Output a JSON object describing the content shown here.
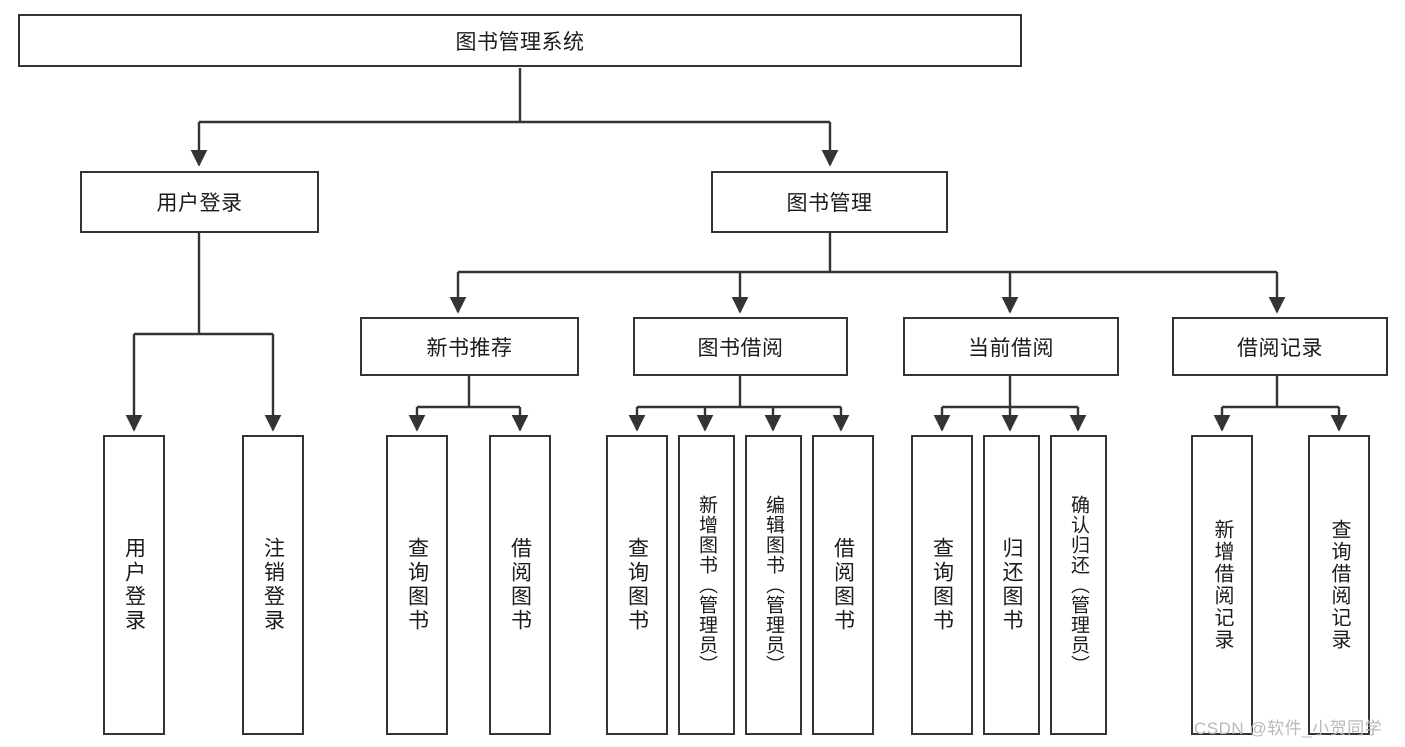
{
  "diagram": {
    "title": "图书管理系统",
    "type": "hierarchy-tree",
    "watermark": "CSDN @软件_小贺同学",
    "colors": {
      "box_border": "#343434",
      "box_fill": "#ffffff",
      "edge": "#343434",
      "text": "#1b1b1b",
      "watermark": "#b9b9b9"
    },
    "nodes": {
      "root": {
        "label": "图书管理系统",
        "orientation": "horizontal"
      },
      "l1": [
        {
          "id": "user_login",
          "label": "用户登录",
          "orientation": "horizontal"
        },
        {
          "id": "book_mgmt",
          "label": "图书管理",
          "orientation": "horizontal"
        }
      ],
      "l2": [
        {
          "id": "new_book_rec",
          "label": "新书推荐",
          "orientation": "horizontal"
        },
        {
          "id": "book_borrow",
          "label": "图书借阅",
          "orientation": "horizontal"
        },
        {
          "id": "current_borrow",
          "label": "当前借阅",
          "orientation": "horizontal"
        },
        {
          "id": "borrow_record",
          "label": "借阅记录",
          "orientation": "horizontal"
        }
      ],
      "leaves": [
        {
          "id": "leaf_user_login",
          "label": "用户登录",
          "parent": "user_login",
          "orientation": "vertical"
        },
        {
          "id": "leaf_logout",
          "label": "注销登录",
          "parent": "user_login",
          "orientation": "vertical"
        },
        {
          "id": "leaf_query_book_1",
          "label": "查询图书",
          "parent": "new_book_rec",
          "orientation": "vertical"
        },
        {
          "id": "leaf_borrow_book_1",
          "label": "借阅图书",
          "parent": "new_book_rec",
          "orientation": "vertical"
        },
        {
          "id": "leaf_query_book_2",
          "label": "查询图书",
          "parent": "book_borrow",
          "orientation": "vertical"
        },
        {
          "id": "leaf_add_book",
          "label": "新增图书（管理员）",
          "parent": "book_borrow",
          "orientation": "vertical"
        },
        {
          "id": "leaf_edit_book",
          "label": "编辑图书（管理员）",
          "parent": "book_borrow",
          "orientation": "vertical"
        },
        {
          "id": "leaf_borrow_book_2",
          "label": "借阅图书",
          "parent": "book_borrow",
          "orientation": "vertical"
        },
        {
          "id": "leaf_query_book_3",
          "label": "查询图书",
          "parent": "current_borrow",
          "orientation": "vertical"
        },
        {
          "id": "leaf_return_book",
          "label": "归还图书",
          "parent": "current_borrow",
          "orientation": "vertical"
        },
        {
          "id": "leaf_confirm_return",
          "label": "确认归还（管理员）",
          "parent": "current_borrow",
          "orientation": "vertical"
        },
        {
          "id": "leaf_add_record",
          "label": "新增借阅记录",
          "parent": "borrow_record",
          "orientation": "vertical"
        },
        {
          "id": "leaf_query_record",
          "label": "查询借阅记录",
          "parent": "borrow_record",
          "orientation": "vertical"
        }
      ]
    }
  }
}
